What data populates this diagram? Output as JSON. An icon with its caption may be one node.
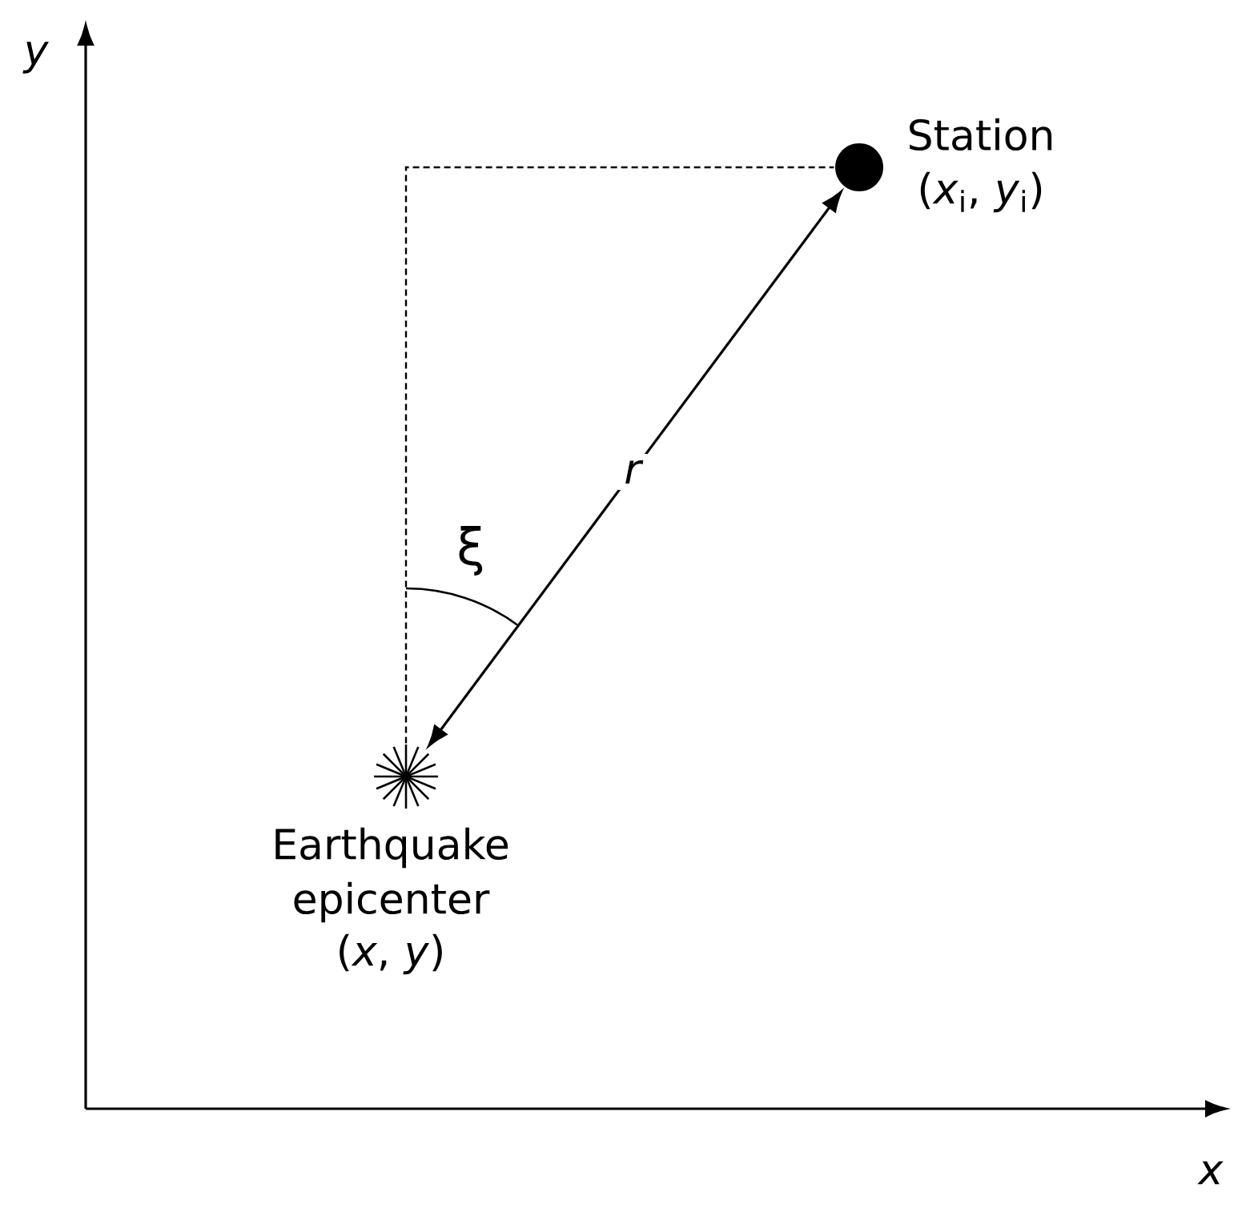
{
  "diagram": {
    "nodes": [
      {
        "text": [],
        "shape": "circle",
        "beside": [
          "Station",
          "(*x*$_{i}$, *y*$_{i}$)"
        ]
      },
      {
        "text": [],
        "shape": "star",
        "beside": [
          "Earthquake epicenter",
          "(*x*, *y*)"
        ]
      }
    ],
    "edges": [
      {
        "from": 1,
        "to": 0,
        "arrow": "both",
        "label": "r"
      },
      {
        "from": 1,
        "to": 0,
        "arrow": "none",
        "style": "dashed"
      }
    ],
    "labels": [
      "y",
      "x",
      "ξ"
    ]
  }
}
